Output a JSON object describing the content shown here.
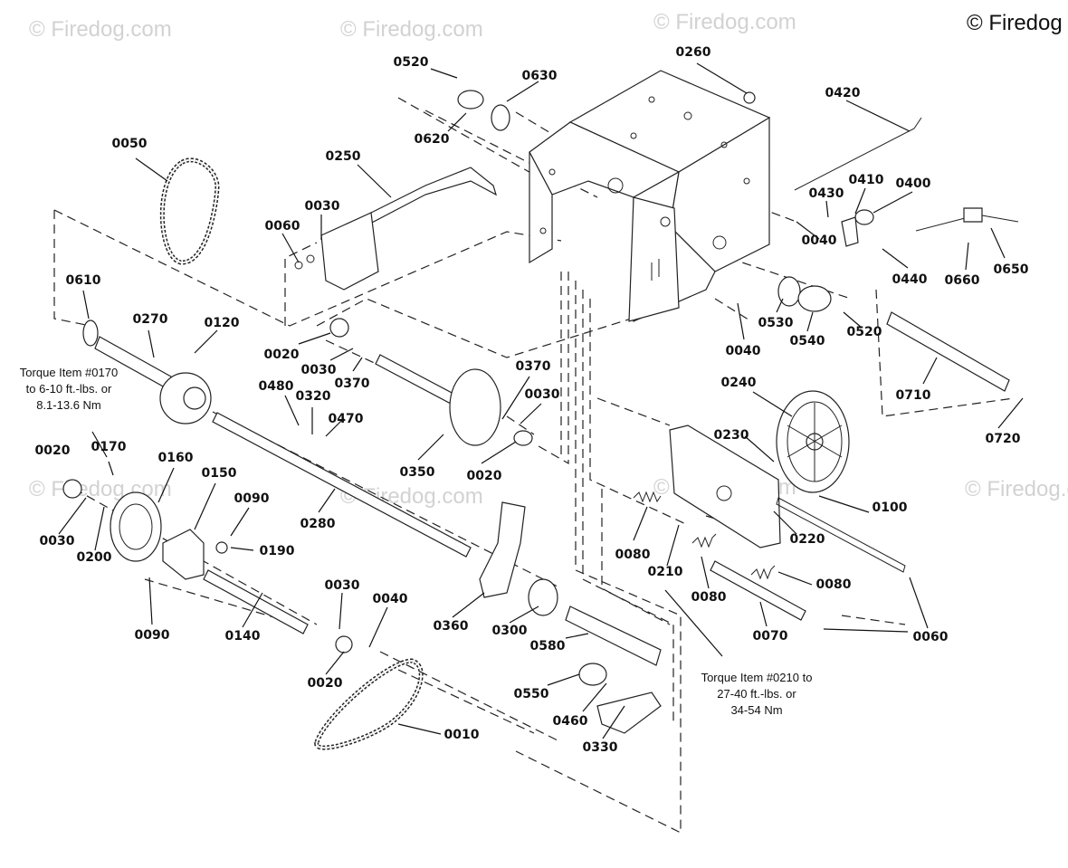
{
  "copyright": "© Firedog",
  "watermark": "© Firedog.com",
  "notes": {
    "torque_0170": [
      "Torque Item #0170",
      "to 6-10 ft.-lbs. or",
      "8.1-13.6 Nm"
    ],
    "torque_0210": [
      "Torque Item #0210 to",
      "27-40 ft.-lbs. or",
      "34-54 Nm"
    ]
  },
  "callouts": [
    {
      "id": "0520",
      "text": "0520"
    },
    {
      "id": "0630",
      "text": "0630"
    },
    {
      "id": "0260",
      "text": "0260"
    },
    {
      "id": "0420",
      "text": "0420"
    },
    {
      "id": "0050",
      "text": "0050"
    },
    {
      "id": "0620",
      "text": "0620"
    },
    {
      "id": "0250",
      "text": "0250"
    },
    {
      "id": "0030",
      "text": "0030"
    },
    {
      "id": "0060",
      "text": "0060"
    },
    {
      "id": "0430",
      "text": "0430"
    },
    {
      "id": "0410",
      "text": "0410"
    },
    {
      "id": "0400",
      "text": "0400"
    },
    {
      "id": "0040",
      "text": "0040"
    },
    {
      "id": "0440",
      "text": "0440"
    },
    {
      "id": "0660",
      "text": "0660"
    },
    {
      "id": "0650",
      "text": "0650"
    },
    {
      "id": "0610",
      "text": "0610"
    },
    {
      "id": "0270",
      "text": "0270"
    },
    {
      "id": "0120",
      "text": "0120"
    },
    {
      "id": "0530",
      "text": "0530"
    },
    {
      "id": "0540",
      "text": "0540"
    },
    {
      "id": "0520",
      "text": "0520"
    },
    {
      "id": "0040",
      "text": "0040"
    },
    {
      "id": "0020",
      "text": "0020"
    },
    {
      "id": "0030",
      "text": "0030"
    },
    {
      "id": "0370",
      "text": "0370"
    },
    {
      "id": "0710",
      "text": "0710"
    },
    {
      "id": "0480",
      "text": "0480"
    },
    {
      "id": "0320",
      "text": "0320"
    },
    {
      "id": "0370",
      "text": "0370"
    },
    {
      "id": "0030",
      "text": "0030"
    },
    {
      "id": "0240",
      "text": "0240"
    },
    {
      "id": "0470",
      "text": "0470"
    },
    {
      "id": "0230",
      "text": "0230"
    },
    {
      "id": "0720",
      "text": "0720"
    },
    {
      "id": "0170",
      "text": "0170"
    },
    {
      "id": "0020",
      "text": "0020"
    },
    {
      "id": "0160",
      "text": "0160"
    },
    {
      "id": "0350",
      "text": "0350"
    },
    {
      "id": "0020",
      "text": "0020"
    },
    {
      "id": "0150",
      "text": "0150"
    },
    {
      "id": "0090",
      "text": "0090"
    },
    {
      "id": "0100",
      "text": "0100"
    },
    {
      "id": "0280",
      "text": "0280"
    },
    {
      "id": "0220",
      "text": "0220"
    },
    {
      "id": "0030",
      "text": "0030"
    },
    {
      "id": "0200",
      "text": "0200"
    },
    {
      "id": "0190",
      "text": "0190"
    },
    {
      "id": "0080",
      "text": "0080"
    },
    {
      "id": "0210",
      "text": "0210"
    },
    {
      "id": "0080",
      "text": "0080"
    },
    {
      "id": "0080",
      "text": "0080"
    },
    {
      "id": "0030",
      "text": "0030"
    },
    {
      "id": "0040",
      "text": "0040"
    },
    {
      "id": "0090",
      "text": "0090"
    },
    {
      "id": "0140",
      "text": "0140"
    },
    {
      "id": "0360",
      "text": "0360"
    },
    {
      "id": "0300",
      "text": "0300"
    },
    {
      "id": "0070",
      "text": "0070"
    },
    {
      "id": "0060",
      "text": "0060"
    },
    {
      "id": "0580",
      "text": "0580"
    },
    {
      "id": "0020",
      "text": "0020"
    },
    {
      "id": "0550",
      "text": "0550"
    },
    {
      "id": "0460",
      "text": "0460"
    },
    {
      "id": "0330",
      "text": "0330"
    },
    {
      "id": "0010",
      "text": "0010"
    }
  ]
}
